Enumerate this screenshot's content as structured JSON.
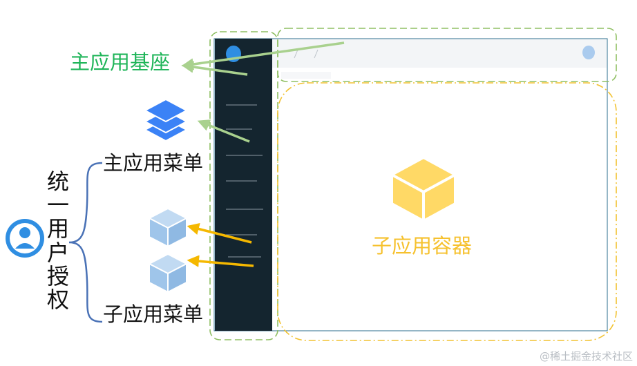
{
  "labels": {
    "main_app_base": "主应用基座",
    "main_app_menu": "主应用菜单",
    "sub_app_menu": "子应用菜单",
    "sub_app_container": "子应用容器",
    "unified_user_auth": "统一用户授权"
  },
  "watermark": "@稀土掘金技术社区",
  "icons": {
    "user": "user-avatar-icon",
    "main_menu": "layers-stack-icon",
    "sub_menu": "cube-icon",
    "container": "cube-icon"
  },
  "colors": {
    "green": "#1fb559",
    "green_arrow": "#a9d18e",
    "green_dash": "#70ad47",
    "yellow": "#f6c12e",
    "yellow_arrow": "#f5b800",
    "sidebar": "#14252f",
    "blue_accent": "#2f8ee2",
    "layers_blue": "#3b82f6",
    "cube_light_blue": "#9fc5ea",
    "cube_yellow": "#ffd966",
    "brace_blue": "#4a72b6"
  }
}
